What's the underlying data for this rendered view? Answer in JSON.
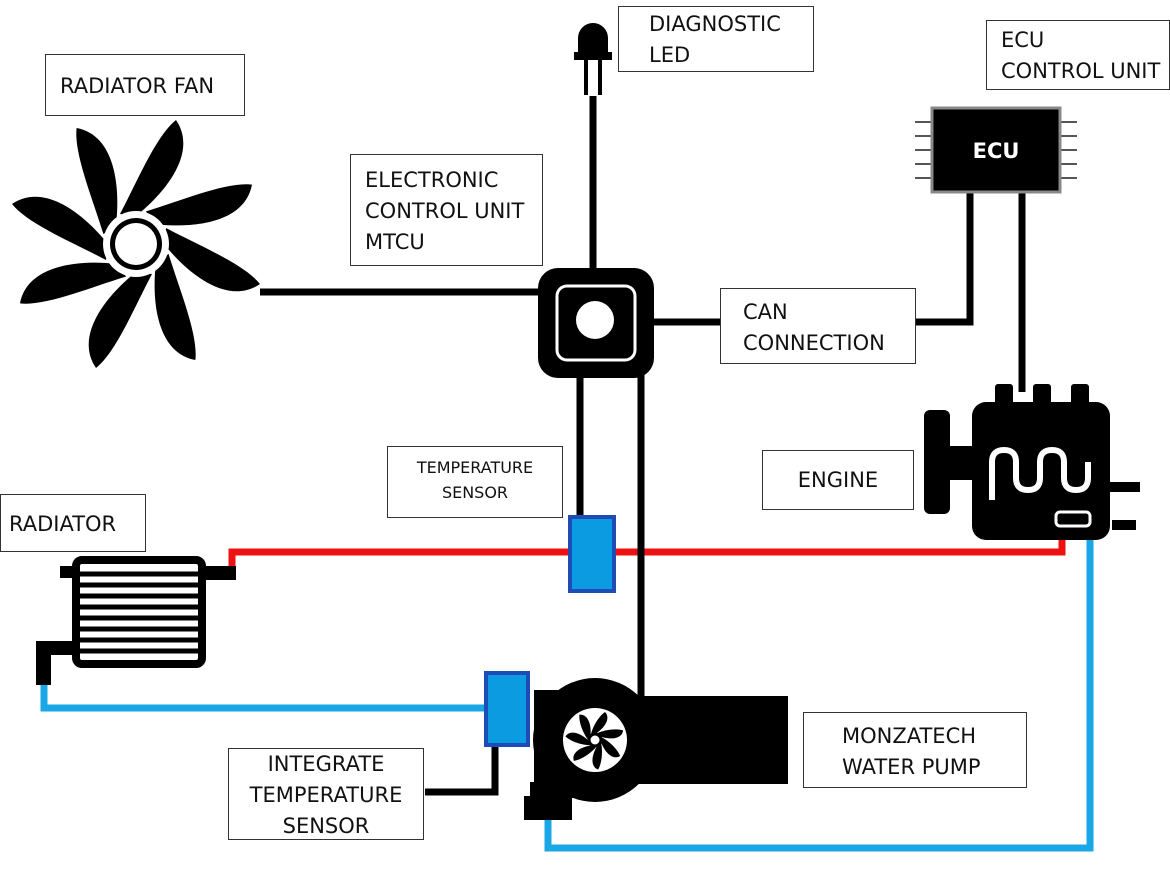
{
  "labels": {
    "radiator_fan": "RADIATOR FAN",
    "diagnostic_led": [
      "DIAGNOSTIC",
      "LED"
    ],
    "ecu_control_unit": [
      "ECU",
      "CONTROL UNIT"
    ],
    "ecu_chip": "ECU",
    "mtcu": [
      "ELECTRONIC",
      "CONTROL UNIT",
      "MTCU"
    ],
    "can_connection": [
      "CAN",
      "CONNECTION"
    ],
    "temperature_sensor": [
      "TEMPERATURE",
      "SENSOR"
    ],
    "engine": "ENGINE",
    "radiator": "RADIATOR",
    "integrate_temperature_sensor": [
      "INTEGRATE",
      "TEMPERATURE",
      "SENSOR"
    ],
    "water_pump": [
      "MONZATECH",
      "WATER PUMP"
    ]
  },
  "colors": {
    "wire": "#000000",
    "hot_line": "#ee1111",
    "cold_line": "#1aa7e6",
    "sensor_fill": "#0a9be0",
    "sensor_border": "#1d4bb8"
  }
}
